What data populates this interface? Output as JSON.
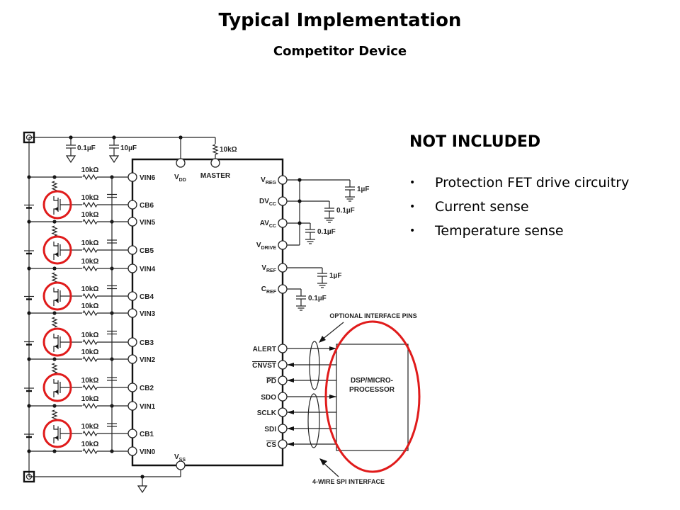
{
  "slide": {
    "title": "Typical Implementation",
    "subtitle": "Competitor Device"
  },
  "panel": {
    "heading": "NOT INCLUDED",
    "bullet_glyph": "•",
    "items": [
      "Protection FET drive circuitry",
      "Current sense",
      "Temperature sense"
    ]
  },
  "schematic": {
    "top_caps": [
      "0.1µF",
      "10µF"
    ],
    "master_resistor": "10kΩ",
    "top_pins": {
      "vdd": "V",
      "vdd_sub": "DD",
      "master": "MASTER"
    },
    "left_pins": [
      "VIN6",
      "CB6",
      "VIN5",
      "CB5",
      "VIN4",
      "CB4",
      "VIN3",
      "CB3",
      "VIN2",
      "CB2",
      "VIN1",
      "CB1",
      "VIN0"
    ],
    "left_resistor": "10kΩ",
    "right_pins": [
      {
        "main": "V",
        "sub": "REG",
        "cap": "1µF"
      },
      {
        "main": "DV",
        "sub": "CC",
        "cap": "0.1µF"
      },
      {
        "main": "AV",
        "sub": "CC",
        "cap": "0.1µF"
      },
      {
        "main": "V",
        "sub": "DRIVE",
        "cap": ""
      },
      {
        "main": "V",
        "sub": "REF",
        "cap": "1µF"
      },
      {
        "main": "C",
        "sub": "REF",
        "cap": "0.1µF"
      }
    ],
    "interface_pins": [
      {
        "label": "ALERT",
        "overbar": false,
        "dir": "out"
      },
      {
        "label": "CNVST",
        "overbar": true,
        "dir": "in"
      },
      {
        "label": "PD",
        "overbar": true,
        "dir": "in"
      },
      {
        "label": "SDO",
        "overbar": false,
        "dir": "out"
      },
      {
        "label": "SCLK",
        "overbar": false,
        "dir": "in"
      },
      {
        "label": "SDI",
        "overbar": false,
        "dir": "in"
      },
      {
        "label": "CS",
        "overbar": true,
        "dir": "in"
      }
    ],
    "vss": {
      "main": "V",
      "sub": "SS"
    },
    "optional_label": "OPTIONAL INTERFACE PINS",
    "spi_label": "4-WIRE SPI INTERFACE",
    "processor_label": [
      "DSP/MICRO-",
      "PROCESSOR"
    ],
    "highlight_color": "#e01b1b"
  }
}
